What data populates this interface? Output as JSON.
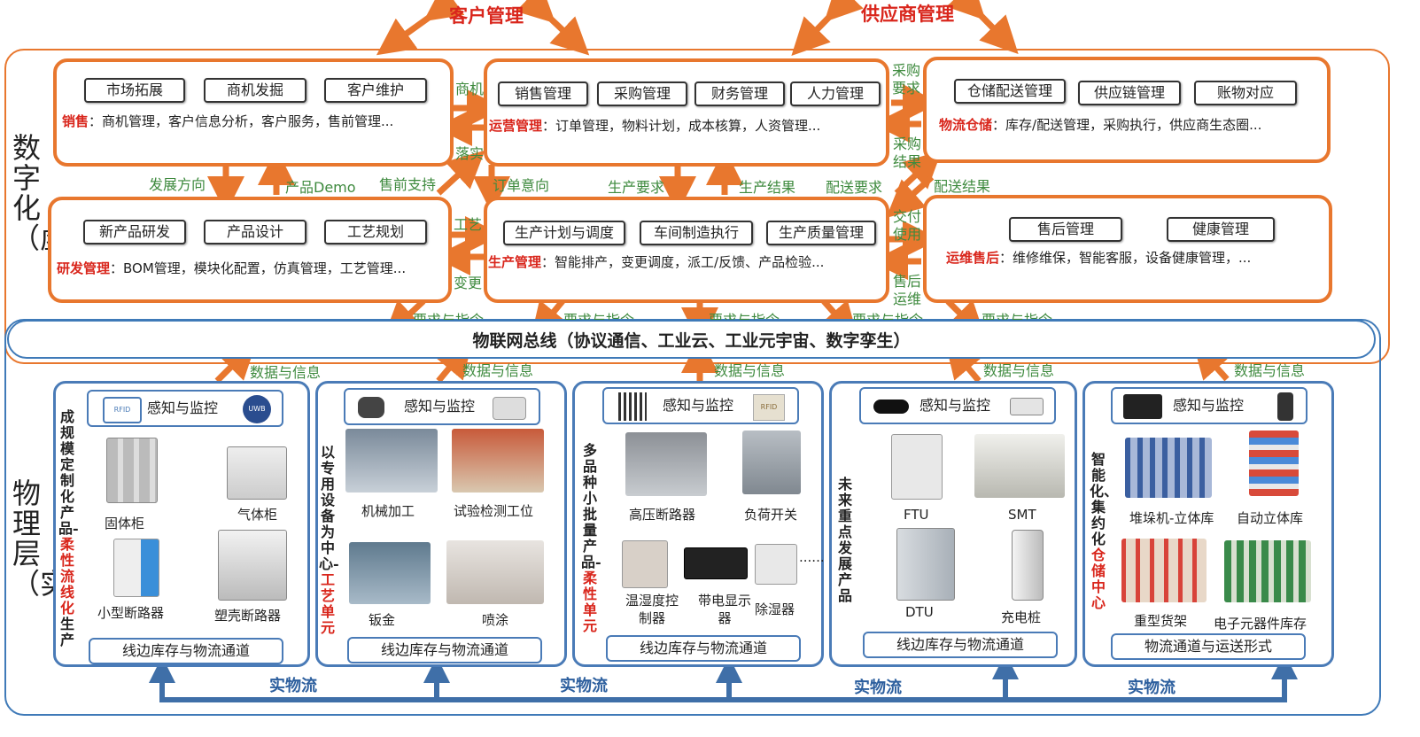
{
  "top": {
    "customer": "客户管理",
    "supplier": "供应商管理"
  },
  "side": {
    "digital": "数字化（虚）",
    "physical": "物理层（实）"
  },
  "sales": {
    "pills": [
      "市场拓展",
      "商机发掘",
      "客户维护"
    ],
    "head": "销售",
    "desc": "：商机管理，客户信息分析，客户服务，售前管理..."
  },
  "ops": {
    "pills": [
      "销售管理",
      "采购管理",
      "财务管理",
      "人力管理"
    ],
    "head": "运营管理",
    "desc": "：订单管理，物料计划，成本核算，人资管理..."
  },
  "logistics": {
    "pills": [
      "仓储配送管理",
      "供应链管理",
      "账物对应"
    ],
    "head": "物流仓储",
    "desc": "：库存/配送管理，采购执行，供应商生态圈..."
  },
  "rd": {
    "pills": [
      "新产品研发",
      "产品设计",
      "工艺规划"
    ],
    "head": "研发管理",
    "desc": "：BOM管理，模块化配置，仿真管理，工艺管理..."
  },
  "production": {
    "pills": [
      "生产计划与调度",
      "车间制造执行",
      "生产质量管理"
    ],
    "head": "生产管理",
    "desc": "：智能排产，变更调度，派工/反馈、产品检验..."
  },
  "service": {
    "pills": [
      "售后管理",
      "健康管理"
    ],
    "head": "运维售后",
    "desc": "：维修维保，智能客服，设备健康管理，..."
  },
  "flows": {
    "biz": "商机",
    "impl": "落实",
    "dev_dir": "发展方向",
    "demo": "产品Demo",
    "presale": "售前支持",
    "order": "订单意向",
    "prod_req": "生产要求",
    "prod_res": "生产结果",
    "deliv_req": "配送要求",
    "deliv_res": "配送结果",
    "pur_req": "采购要求",
    "pur_res": "采购结果",
    "process": "工艺",
    "change": "变更",
    "deliver": "交付使用",
    "after": "售后运维",
    "cmd": "要求与指令",
    "data": "数据与信息"
  },
  "bus": "物联网总线（协议通信、工业云、工业元宇宙、数字孪生）",
  "sense": "感知与监控",
  "sense_tags": {
    "rfid": "RFID",
    "uwb": "UWB"
  },
  "cells": [
    {
      "vtext": "成规模定制化产品-",
      "vtext_hl": "柔性流线化",
      "vtext_tail": "生产",
      "items": [
        "固体柜",
        "气体柜",
        "小型断路器",
        "塑壳断路器"
      ],
      "foot": "线边库存与物流通道"
    },
    {
      "vtext": "以专用设备为中心-",
      "vtext_hl": "工艺单元",
      "vtext_tail": "",
      "items": [
        "机械加工",
        "试验检测工位",
        "钣金",
        "喷涂"
      ],
      "foot": "线边库存与物流通道"
    },
    {
      "vtext": "多品种小批量产品-",
      "vtext_hl": "柔性单元",
      "vtext_tail": "",
      "items": [
        "高压断路器",
        "负荷开关",
        "温湿度控制器",
        "带电显示器",
        "除湿器",
        "......"
      ],
      "foot": "线边库存与物流通道"
    },
    {
      "vtext": "未来重点发展产品",
      "vtext_hl": "",
      "vtext_tail": "",
      "items": [
        "FTU",
        "SMT",
        "DTU",
        "充电桩"
      ],
      "foot": "线边库存与物流通道"
    },
    {
      "vtext": "智能化、集约化",
      "vtext_hl": "仓储中心",
      "vtext_tail": "",
      "items": [
        "堆垛机-立体库",
        "自动立体库",
        "重型货架",
        "电子元器件库存"
      ],
      "foot": "物流通道与运送形式"
    }
  ],
  "physical_flow": "实物流"
}
